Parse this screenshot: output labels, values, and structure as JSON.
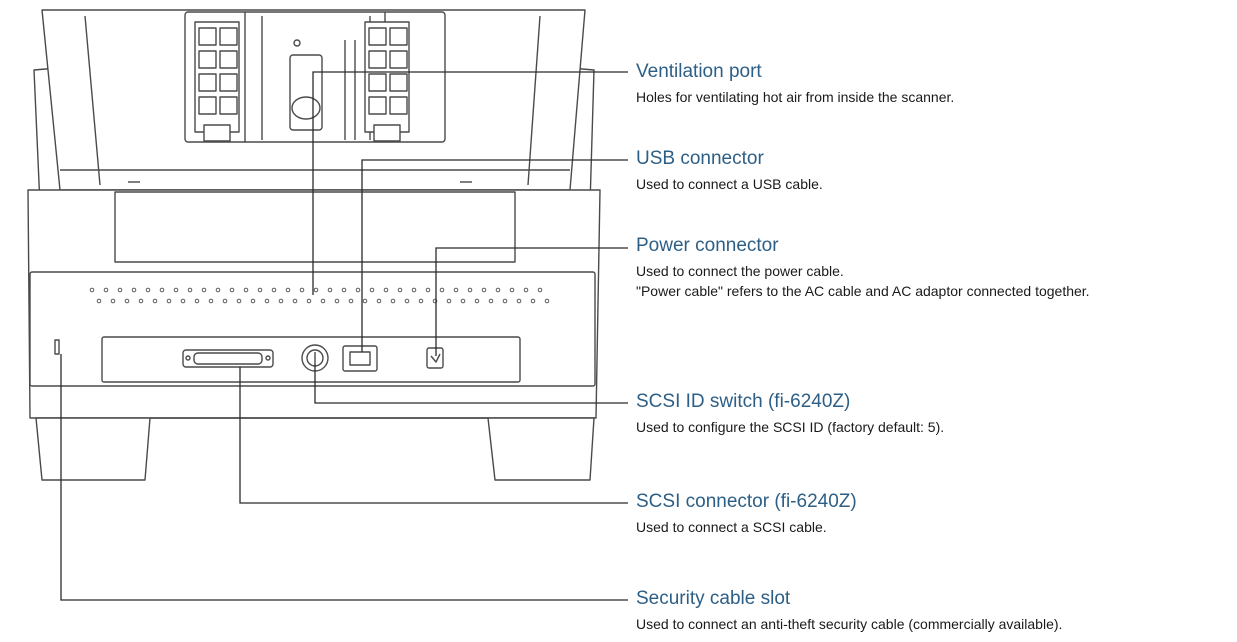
{
  "callouts": [
    {
      "id": "ventilation-port",
      "title": "Ventilation port",
      "desc": [
        "Holes for ventilating hot air from inside the scanner."
      ]
    },
    {
      "id": "usb-connector",
      "title": "USB connector",
      "desc": [
        "Used to connect a USB cable."
      ]
    },
    {
      "id": "power-connector",
      "title": "Power connector",
      "desc": [
        "Used to connect the power cable.",
        "\"Power cable\" refers to the AC cable and AC adaptor connected together."
      ]
    },
    {
      "id": "scsi-id-switch",
      "title": "SCSI ID switch (fi-6240Z)",
      "desc": [
        "Used to configure the SCSI ID (factory default: 5)."
      ]
    },
    {
      "id": "scsi-connector",
      "title": "SCSI connector (fi-6240Z)",
      "desc": [
        "Used to connect a SCSI cable."
      ]
    },
    {
      "id": "security-cable-slot",
      "title": "Security cable slot",
      "desc": [
        "Used to connect an anti-theft security cable (commercially available)."
      ]
    }
  ],
  "colors": {
    "title": "#2d5f86",
    "line": "#2b2b2b",
    "outline": "#4a4a4a"
  }
}
